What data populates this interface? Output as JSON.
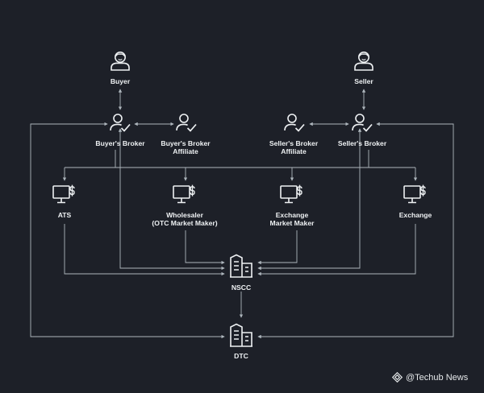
{
  "nodes": {
    "buyer": "Buyer",
    "seller": "Seller",
    "buyers_broker": "Buyer's Broker",
    "buyers_broker_affiliate": [
      "Buyer's Broker",
      "Affiliate"
    ],
    "sellers_broker_affiliate": [
      "Seller's Broker",
      "Affiliate"
    ],
    "sellers_broker": "Seller's Broker",
    "ats": "ATS",
    "wholesaler": [
      "Wholesaler",
      "(OTC Market Maker)"
    ],
    "exchange_market_maker": [
      "Exchange",
      "Market Maker"
    ],
    "exchange": "Exchange",
    "nscc": "NSCC",
    "dtc": "DTC"
  },
  "icons": {
    "buyer": "person-icon",
    "seller": "person-icon",
    "broker": "person-check-icon",
    "venue": "monitor-dollar-icon",
    "clearing": "building-icon",
    "watermark": "techub-logo-icon"
  },
  "colors": {
    "background": "#1d2028",
    "lines": "#aeb6bd",
    "text": "#eef1f3"
  },
  "watermark": "@Techub News"
}
